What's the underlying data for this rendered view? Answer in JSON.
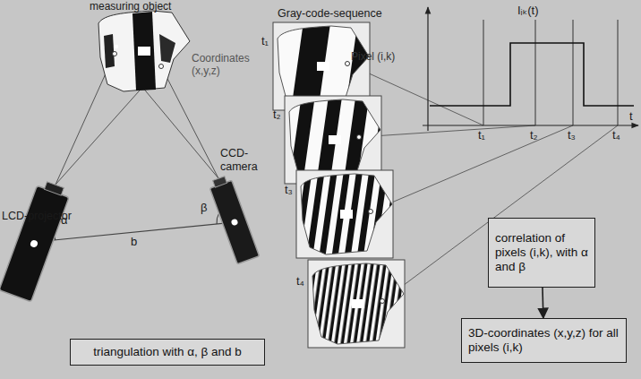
{
  "diagram": {
    "nodes": [
      {
        "text": [
          "triangulation with α, β and b"
        ]
      },
      {
        "text": [
          "correlation of pixels (i,k), with α and β"
        ]
      },
      {
        "text": [
          "3D-coordinates (x,y,z) for all pixels (i,k)"
        ]
      }
    ],
    "edges": [
      {
        "from": 1,
        "to": 2,
        "arrow": "to"
      }
    ],
    "labels": [
      "measuring object",
      "Coordinates (x,y,z)",
      "Gray-code-sequence",
      "t₁",
      "Pixel (i,k)",
      "Iᵢₖ(t)",
      "t₂",
      "t₃",
      "t₄",
      "t₁",
      "t₂",
      "t₃",
      "t₄",
      "t",
      "LCD-projector",
      "CCD- camera",
      "α",
      "β",
      "b"
    ]
  }
}
